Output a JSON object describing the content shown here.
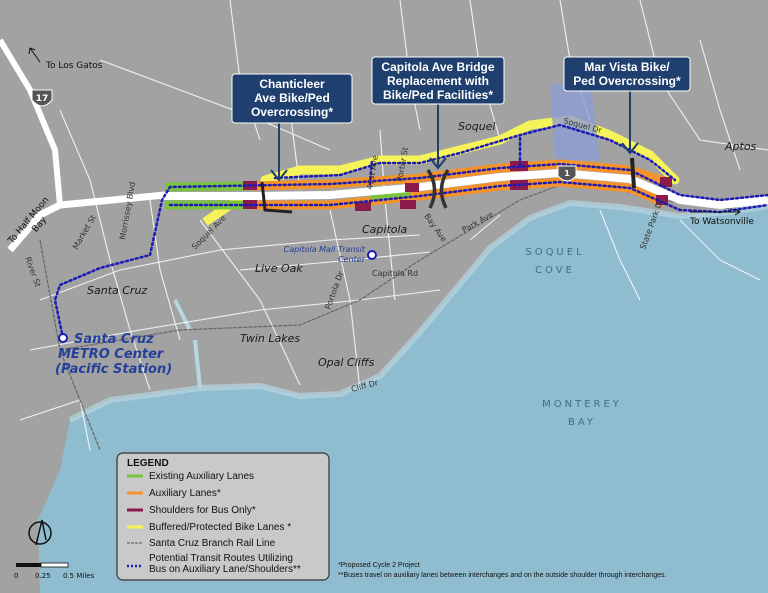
{
  "callouts": [
    {
      "lines": [
        "Chanticleer",
        "Ave Bike/Ped",
        "Overcrossing*"
      ]
    },
    {
      "lines": [
        "Capitola Ave Bridge",
        "Replacement with",
        "Bike/Ped Facilities*"
      ]
    },
    {
      "lines": [
        "Mar Vista Bike/",
        "Ped Overcrossing*"
      ]
    }
  ],
  "places": {
    "soquel": "Soquel",
    "aptos": "Aptos",
    "capitola": "Capitola",
    "live_oak": "Live Oak",
    "santa_cruz": "Santa Cruz",
    "twin_lakes": "Twin Lakes",
    "opal_cliffs": "Opal Cliffs",
    "metro_center": [
      "Santa Cruz",
      "METRO Center",
      "(Pacific Station)"
    ],
    "capitola_mall": [
      "Capitola Mall Transit",
      "Center"
    ]
  },
  "streets": {
    "morrissey": "Morrissey Blvd",
    "market": "Market St",
    "river": "River St",
    "soquel_ave": "Soquel Ave",
    "porter": "Porter St",
    "41st": "41st Ave",
    "bay": "Bay Ave",
    "park": "Park Ave",
    "capitola_rd": "Capitola Rd",
    "portola": "Portola Dr",
    "cliff": "Cliff Dr",
    "soquel_dr": "Soquel Dr",
    "state_park": "State Park Dr"
  },
  "directions": {
    "los_gatos": "To Los Gatos",
    "half_moon_bay": [
      "To Half Moon",
      "Bay"
    ],
    "watsonville": "To Watsonville"
  },
  "shields": {
    "hwy17": "17",
    "hwy1": "1"
  },
  "water": {
    "soquel_cove": [
      "SOQUEL",
      "COVE"
    ],
    "monterey_bay": [
      "MONTEREY",
      "BAY"
    ]
  },
  "legend": {
    "title": "LEGEND",
    "items": [
      {
        "label": "Existing Auxiliary Lanes",
        "color": "#7cc242"
      },
      {
        "label": "Auxiliary Lanes*",
        "color": "#f5932b"
      },
      {
        "label": "Shoulders for Bus Only*",
        "color": "#8c1a4b"
      },
      {
        "label": "Buffered/Protected Bike Lanes *",
        "color": "#f6f35a"
      },
      {
        "label": "Santa Cruz Branch Rail Line",
        "color": "#555555"
      },
      {
        "label": [
          "Potential Transit Routes Utilizing",
          "Bus on Auxiliary Lane/Shoulders**"
        ],
        "color": "#1c1cb4"
      }
    ]
  },
  "footnotes": [
    "*Proposed Cycle 2 Project",
    "**Buses travel on auxiliary lanes between interchanges and on the outside shoulder through interchanges."
  ],
  "scale": {
    "ticks": [
      "0",
      "0.25",
      "0.5 Miles"
    ]
  },
  "colors": {
    "land": "#a2a2a2",
    "water": "#8fbccf",
    "callout": "#1f3f6e"
  }
}
